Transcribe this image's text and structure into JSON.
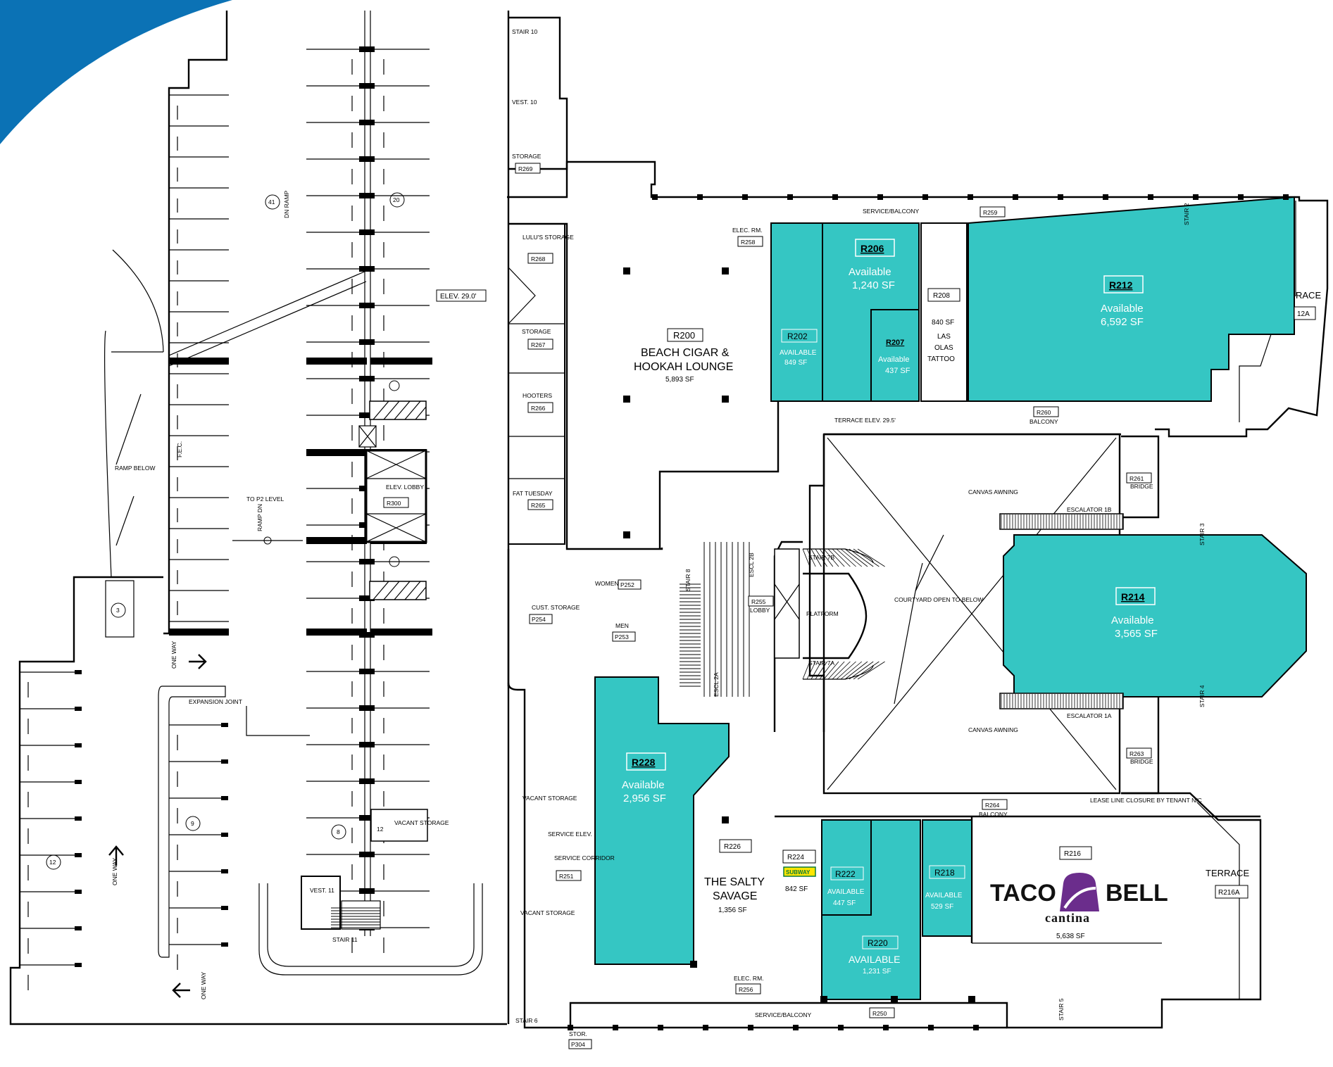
{
  "elev_main": "ELEV. 29.0'",
  "terrace_elev": "TERRACE ELEV. 29.5'",
  "service_balcony": "SERVICE/BALCONY",
  "ramp_below": "RAMP BELOW",
  "to_p2": "TO P2 LEVEL",
  "ramp_dn": "RAMP DN",
  "dn_ramp": "DN RAMP",
  "one_way": "ONE WAY",
  "expansion_joint": "EXPANSION JOINT",
  "elev_lobby": "ELEV. LOBBY",
  "vacant_storage": "VACANT STORAGE",
  "stair_11": "STAIR 11",
  "vest_11": "VEST. 11",
  "stair_10": "STAIR 10",
  "vest_10": "VEST. 10",
  "stair_6": "STAIR 6",
  "stair_2": "STAIR 2",
  "stair_3": "STAIR 3",
  "stair_4": "STAIR 4",
  "stair_5": "STAIR 5",
  "stair_7a": "STAIR 7A",
  "stair_7b": "STAIR 7B",
  "stair_8": "STAIR 8",
  "escl_2a": "ESCL 2A",
  "escl_2b": "ESCL 2B",
  "escalator_1a": "ESCALATOR 1A",
  "escalator_1b": "ESCALATOR 1B",
  "platform": "PLATFORM",
  "lobby": "LOBBY",
  "courtyard": "COURTYARD OPEN TO BELOW",
  "canvas_awning": "CANVAS AWNING",
  "lease_line": "LEASE LINE CLOSURE BY TENANT N/C",
  "balcony": "BALCONY",
  "bridge": "BRIDGE",
  "terrace": "TERRACE",
  "race": "RACE",
  "storage": "STORAGE",
  "elec_rm": "ELEC. RM.",
  "cust_storage": "CUST. STORAGE",
  "women": "WOMEN",
  "men": "MEN",
  "service_elev": "SERVICE ELEV.",
  "service_corridor": "SERVICE CORRIDOR",
  "stor": "STOR.",
  "lulus_storage": "LULU'S STORAGE",
  "hooters": "HOOTERS",
  "fat_tuesday": "FAT TUESDAY",
  "fec": "F.E.C.",
  "spaces": [
    "3",
    "9",
    "12",
    "8",
    "12",
    "41",
    "20"
  ],
  "rooms": {
    "r200": "R200",
    "r200_name1": "BEACH CIGAR &",
    "r200_name2": "HOOKAH LOUNGE",
    "r200_sf": "5,893 SF",
    "r202": "R202",
    "r202_av": "AVAILABLE",
    "r202_sf": "849 SF",
    "r206": "R206",
    "r206_av": "Available",
    "r206_sf": "1,240 SF",
    "r207": "R207",
    "r207_av": "Available",
    "r207_sf": "437 SF",
    "r208": "R208",
    "r208_sf": "840 SF",
    "r208_n1": "LAS",
    "r208_n2": "OLAS",
    "r208_n3": "TATTOO",
    "r212": "R212",
    "r212_av": "Available",
    "r212_sf": "6,592 SF",
    "r212a": "12A",
    "r214": "R214",
    "r214_av": "Available",
    "r214_sf": "3,565 SF",
    "r216": "R216",
    "r216_sf": "5,638 SF",
    "r216a": "R216A",
    "r218": "R218",
    "r218_av": "AVAILABLE",
    "r218_sf": "529 SF",
    "r220": "R220",
    "r220_av": "AVAILABLE",
    "r220_sf": "1,231 SF",
    "r222": "R222",
    "r222_av": "AVAILABLE",
    "r222_sf": "447 SF",
    "r224": "R224",
    "r224_sf": "842 SF",
    "r224_logo": "SUBWAY",
    "r226": "R226",
    "r226_n1": "THE SALTY",
    "r226_n2": "SAVAGE",
    "r226_sf": "1,356 SF",
    "r228": "R228",
    "r228_av": "Available",
    "r228_sf": "2,956 SF",
    "r250": "R250",
    "r251": "R251",
    "r252": "P252",
    "r253": "P253",
    "r254": "P254",
    "r255": "R255",
    "r256": "R256",
    "r258": "R258",
    "r259": "R259",
    "r260": "R260",
    "r261": "R261",
    "r263": "R263",
    "r264": "R264",
    "r265": "R265",
    "r266": "R266",
    "r267": "R267",
    "r268": "R268",
    "r269": "R269",
    "r300": "R300",
    "p304": "P304"
  },
  "taco_bell": {
    "left": "TACO",
    "right": "BELL",
    "sub": "cantina"
  },
  "colors": {
    "teal": "#35c6c3",
    "brand_blue": "#0b72b5",
    "taco_purple": "#6b2d8c"
  }
}
